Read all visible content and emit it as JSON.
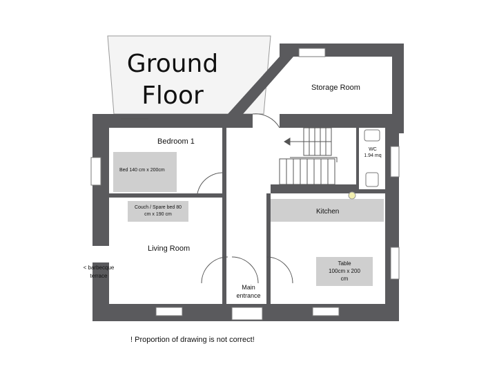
{
  "title": {
    "line1": "Ground",
    "line2": "Floor"
  },
  "rooms": {
    "storage": "Storage Room",
    "bedroom": "Bedroom 1",
    "kitchen": "Kitchen",
    "living": "Living Room",
    "wc_line1": "WC",
    "wc_line2": "1.94 mq"
  },
  "furniture": {
    "bed": "Bed 140 cm x 200cm",
    "couch_line1": "Couch / Spare bed 80",
    "couch_line2": "cm x 190 cm",
    "table_line1": "Table",
    "table_line2": "100cm  x 200",
    "table_line3": "cm"
  },
  "labels": {
    "barbecue_line1": "< barbecque",
    "barbecue_line2": "terrace",
    "entrance_line1": "Main",
    "entrance_line2": "entrance"
  },
  "note": "! Proportion of drawing is not correct!",
  "colors": {
    "wall": "#5a5a5d",
    "furniture": "#cfcfcf",
    "hatch": "#d8d8d8",
    "line": "#444444"
  }
}
